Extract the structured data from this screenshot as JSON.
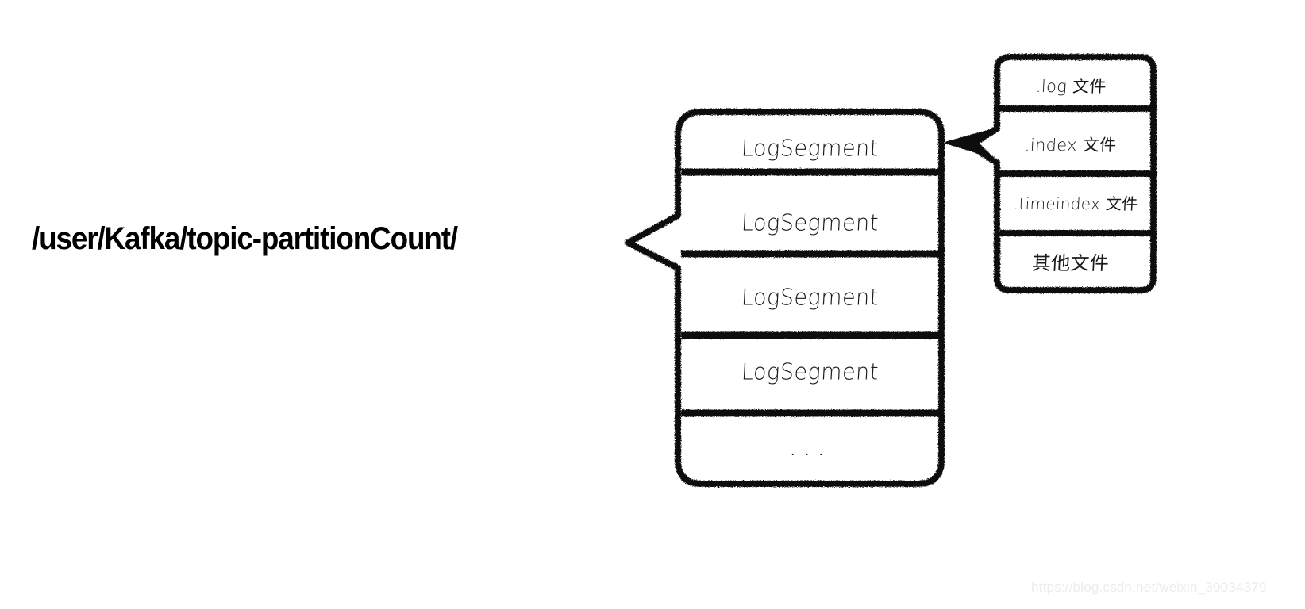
{
  "diagram": {
    "title": "Kafka partition directory structure",
    "path_label": "/user/Kafka/topic-partitionCount/",
    "stroke_color": "#111111",
    "background_color": "#ffffff",
    "main_box": {
      "name": "log-segment-list",
      "rows": [
        {
          "label": "LogSegment"
        },
        {
          "label": "LogSegment"
        },
        {
          "label": "LogSegment"
        },
        {
          "label": "LogSegment"
        },
        {
          "label": "..."
        }
      ]
    },
    "files_box": {
      "name": "segment-file-types",
      "rows": [
        {
          "label": ".log 文件"
        },
        {
          "label": ".index 文件"
        },
        {
          "label": ".timeindex 文件"
        },
        {
          "label": "其他文件"
        }
      ]
    },
    "connectors": {
      "path_to_main": "beak-pointer-left",
      "files_to_main": "arrow-left"
    }
  },
  "watermark": {
    "text": "https://blog.csdn.net/weixin_39034379",
    "color": "#ececec"
  }
}
